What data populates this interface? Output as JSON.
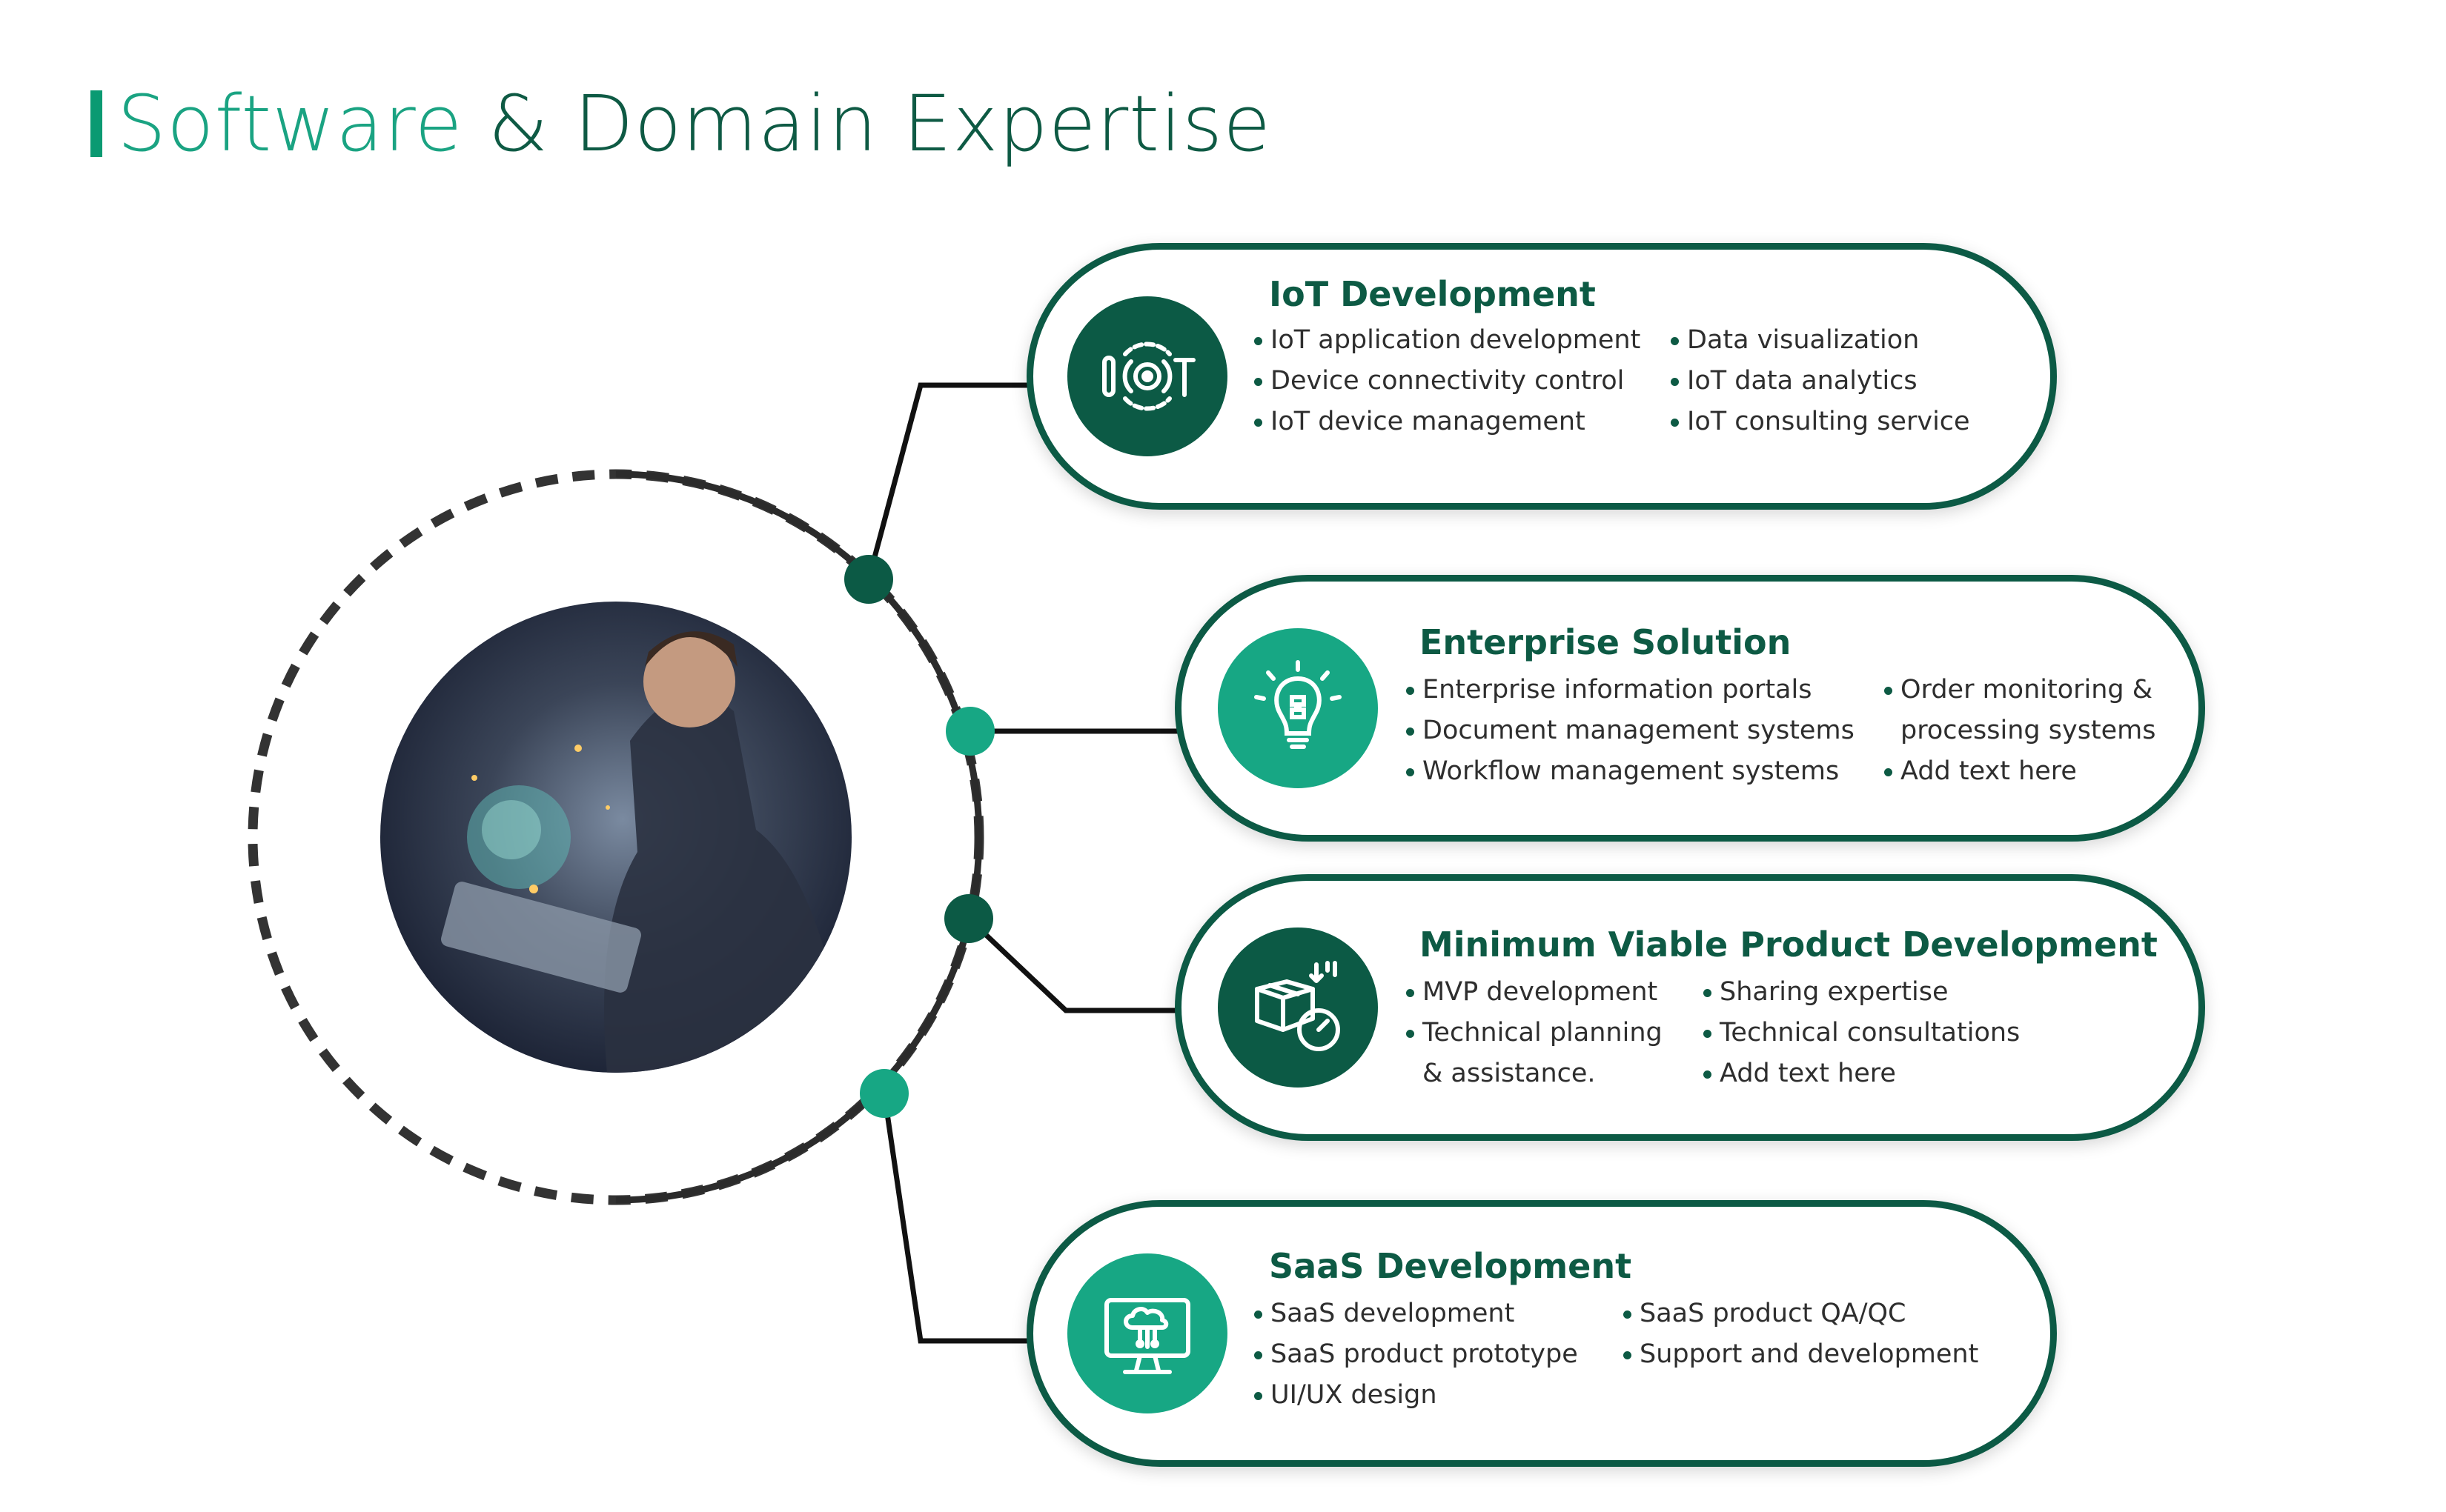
{
  "page": {
    "title_part1": "Software",
    "title_part2": "& Domain Expertise"
  },
  "colors": {
    "accent_dark": "#0c5a45",
    "accent_light": "#17a784",
    "text": "#2e2e2e"
  },
  "hub": {
    "image_description_icon": "person-with-laptop-photo"
  },
  "cards": [
    {
      "title": "IoT Development",
      "icon": "iot-icon",
      "col1": [
        "IoT application development",
        "Device connectivity control",
        "IoT device management"
      ],
      "col2": [
        "Data visualization",
        "IoT data analytics",
        "IoT consulting service"
      ]
    },
    {
      "title": "Enterprise Solution",
      "icon": "lightbulb-puzzle-icon",
      "col1": [
        "Enterprise information portals",
        "Document management systems",
        "Workflow management systems"
      ],
      "col2": [
        "Order monitoring &",
        "processing systems",
        "Add text here"
      ]
    },
    {
      "title": "Minimum Viable Product Development",
      "icon": "box-gauge-icon",
      "col1": [
        "MVP development",
        "Technical planning",
        "& assistance."
      ],
      "col2": [
        "Sharing expertise",
        "Technical consultations",
        "Add text here"
      ]
    },
    {
      "title": "SaaS Development",
      "icon": "cloud-monitor-icon",
      "col1": [
        "SaaS development",
        "SaaS product prototype",
        "UI/UX design"
      ],
      "col2": [
        "SaaS product QA/QC",
        "Support and development"
      ]
    }
  ]
}
